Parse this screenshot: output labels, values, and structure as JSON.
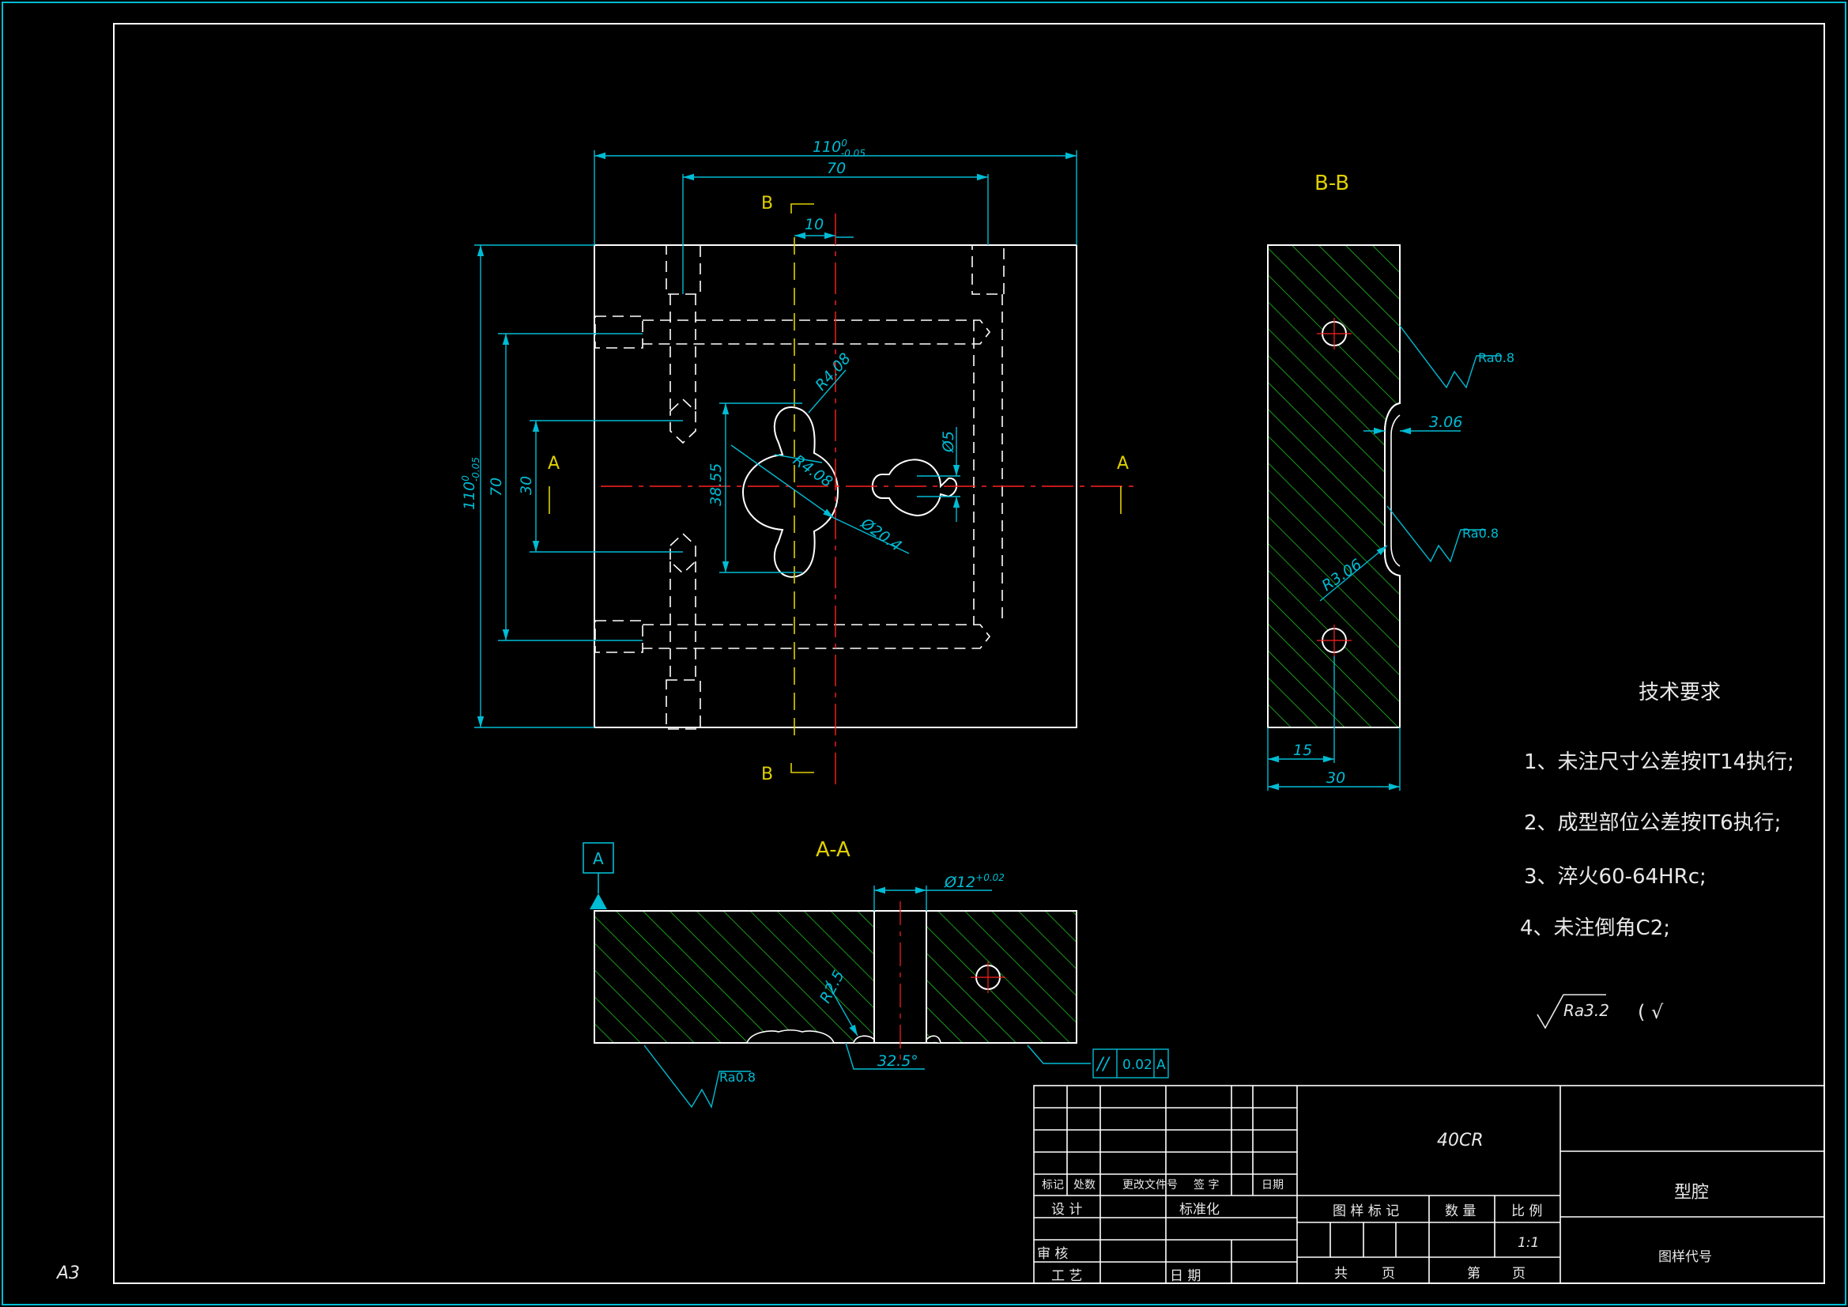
{
  "sheet": {
    "size_label": "A3"
  },
  "views": {
    "section_bb_title": "B-B",
    "section_aa_title": "A-A",
    "cut_label_a": "A",
    "cut_label_b": "B",
    "datum_label": "A"
  },
  "dimensions": {
    "width_110": "110",
    "width_110_tol_upper": "0",
    "width_110_tol_lower": "-0.05",
    "height_110": "110",
    "height_110_tol_upper": "0",
    "height_110_tol_lower": "-0.05",
    "d70_horizontal": "70",
    "d70_vertical": "70",
    "d10": "10",
    "d30": "30",
    "d38_55": "38.55",
    "r4_08_top": "R4.08",
    "r4_08_mid": "R4.08",
    "dia20_4": "Ø20.4",
    "dia5": "Ø5",
    "bb_3_06": "3.06",
    "bb_r3_06": "R3.06",
    "bb_15": "15",
    "bb_30": "30",
    "aa_dia12": "Ø12",
    "aa_dia12_tol": "+0.02",
    "aa_r2_5": "R2.5",
    "aa_angle": "32.5°",
    "roughness_1": "Ra0.8",
    "roughness_2": "Ra0.8",
    "roughness_3": "Ra0.8",
    "parallelism_symbol": "//",
    "parallelism_tol": "0.02",
    "parallelism_datum": "A"
  },
  "requirements": {
    "title": "技术要求",
    "items": [
      "1、未注尺寸公差按IT14执行;",
      "2、成型部位公差按IT6执行;",
      "3、淬火60-64HRc;",
      "4、未注倒角C2;"
    ],
    "general_roughness": "Ra3.2",
    "general_roughness_suffix": "(  √"
  },
  "title_block": {
    "material": "40CR",
    "part_name": "型腔",
    "drawing_code_label": "图样代号",
    "h_mark": "标记",
    "h_count": "处数",
    "h_change_doc": "更改文件号",
    "h_sign": "签 字",
    "h_date": "日期",
    "design": "设 计",
    "standardization": "标准化",
    "review": "审 核",
    "process": "工 艺",
    "date": "日 期",
    "drawing_mark": "图 样 标 记",
    "quantity": "数 量",
    "scale_label": "比 例",
    "scale_value": "1:1",
    "total_pages": "共",
    "page_unit_1": "页",
    "sheet_no": "第",
    "page_unit_2": "页"
  },
  "colors": {
    "background": "#000000",
    "outline": "#ffffff",
    "dimension": "#00bcd4",
    "centerline": "#ff2020",
    "hatch": "#20c020",
    "label": "#e0d000",
    "text": "#e8e8e8"
  }
}
